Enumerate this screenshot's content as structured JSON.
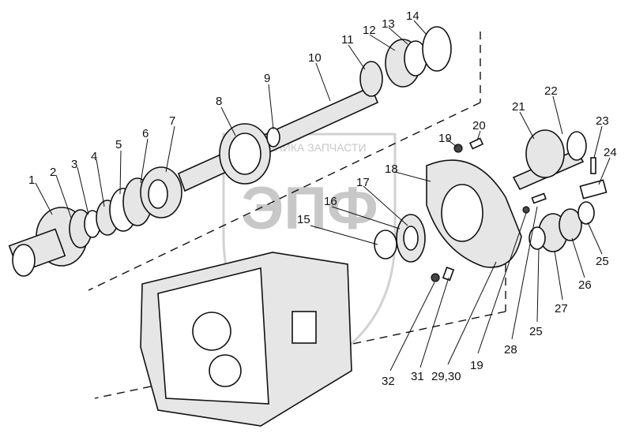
{
  "watermark": {
    "subtitle": "ТЕХНИКА ЗАПЧАСТИ",
    "logo": "ЭПФ"
  },
  "callouts": [
    {
      "id": "c1",
      "text": "1"
    },
    {
      "id": "c2",
      "text": "2"
    },
    {
      "id": "c3",
      "text": "3"
    },
    {
      "id": "c4",
      "text": "4"
    },
    {
      "id": "c5",
      "text": "5"
    },
    {
      "id": "c6",
      "text": "6"
    },
    {
      "id": "c7",
      "text": "7"
    },
    {
      "id": "c8",
      "text": "8"
    },
    {
      "id": "c9",
      "text": "9"
    },
    {
      "id": "c10",
      "text": "10"
    },
    {
      "id": "c11",
      "text": "11"
    },
    {
      "id": "c12",
      "text": "12"
    },
    {
      "id": "c13",
      "text": "13"
    },
    {
      "id": "c14",
      "text": "14"
    },
    {
      "id": "c15",
      "text": "15"
    },
    {
      "id": "c16",
      "text": "16"
    },
    {
      "id": "c17",
      "text": "17"
    },
    {
      "id": "c18",
      "text": "18"
    },
    {
      "id": "c19a",
      "text": "19"
    },
    {
      "id": "c20",
      "text": "20"
    },
    {
      "id": "c21",
      "text": "21"
    },
    {
      "id": "c22",
      "text": "22"
    },
    {
      "id": "c23",
      "text": "23"
    },
    {
      "id": "c24",
      "text": "24"
    },
    {
      "id": "c25a",
      "text": "25"
    },
    {
      "id": "c26",
      "text": "26"
    },
    {
      "id": "c27",
      "text": "27"
    },
    {
      "id": "c25b",
      "text": "25"
    },
    {
      "id": "c28",
      "text": "28"
    },
    {
      "id": "c19b",
      "text": "19"
    },
    {
      "id": "c2930",
      "text": "29,30"
    },
    {
      "id": "c31",
      "text": "31"
    },
    {
      "id": "c32",
      "text": "32"
    }
  ]
}
